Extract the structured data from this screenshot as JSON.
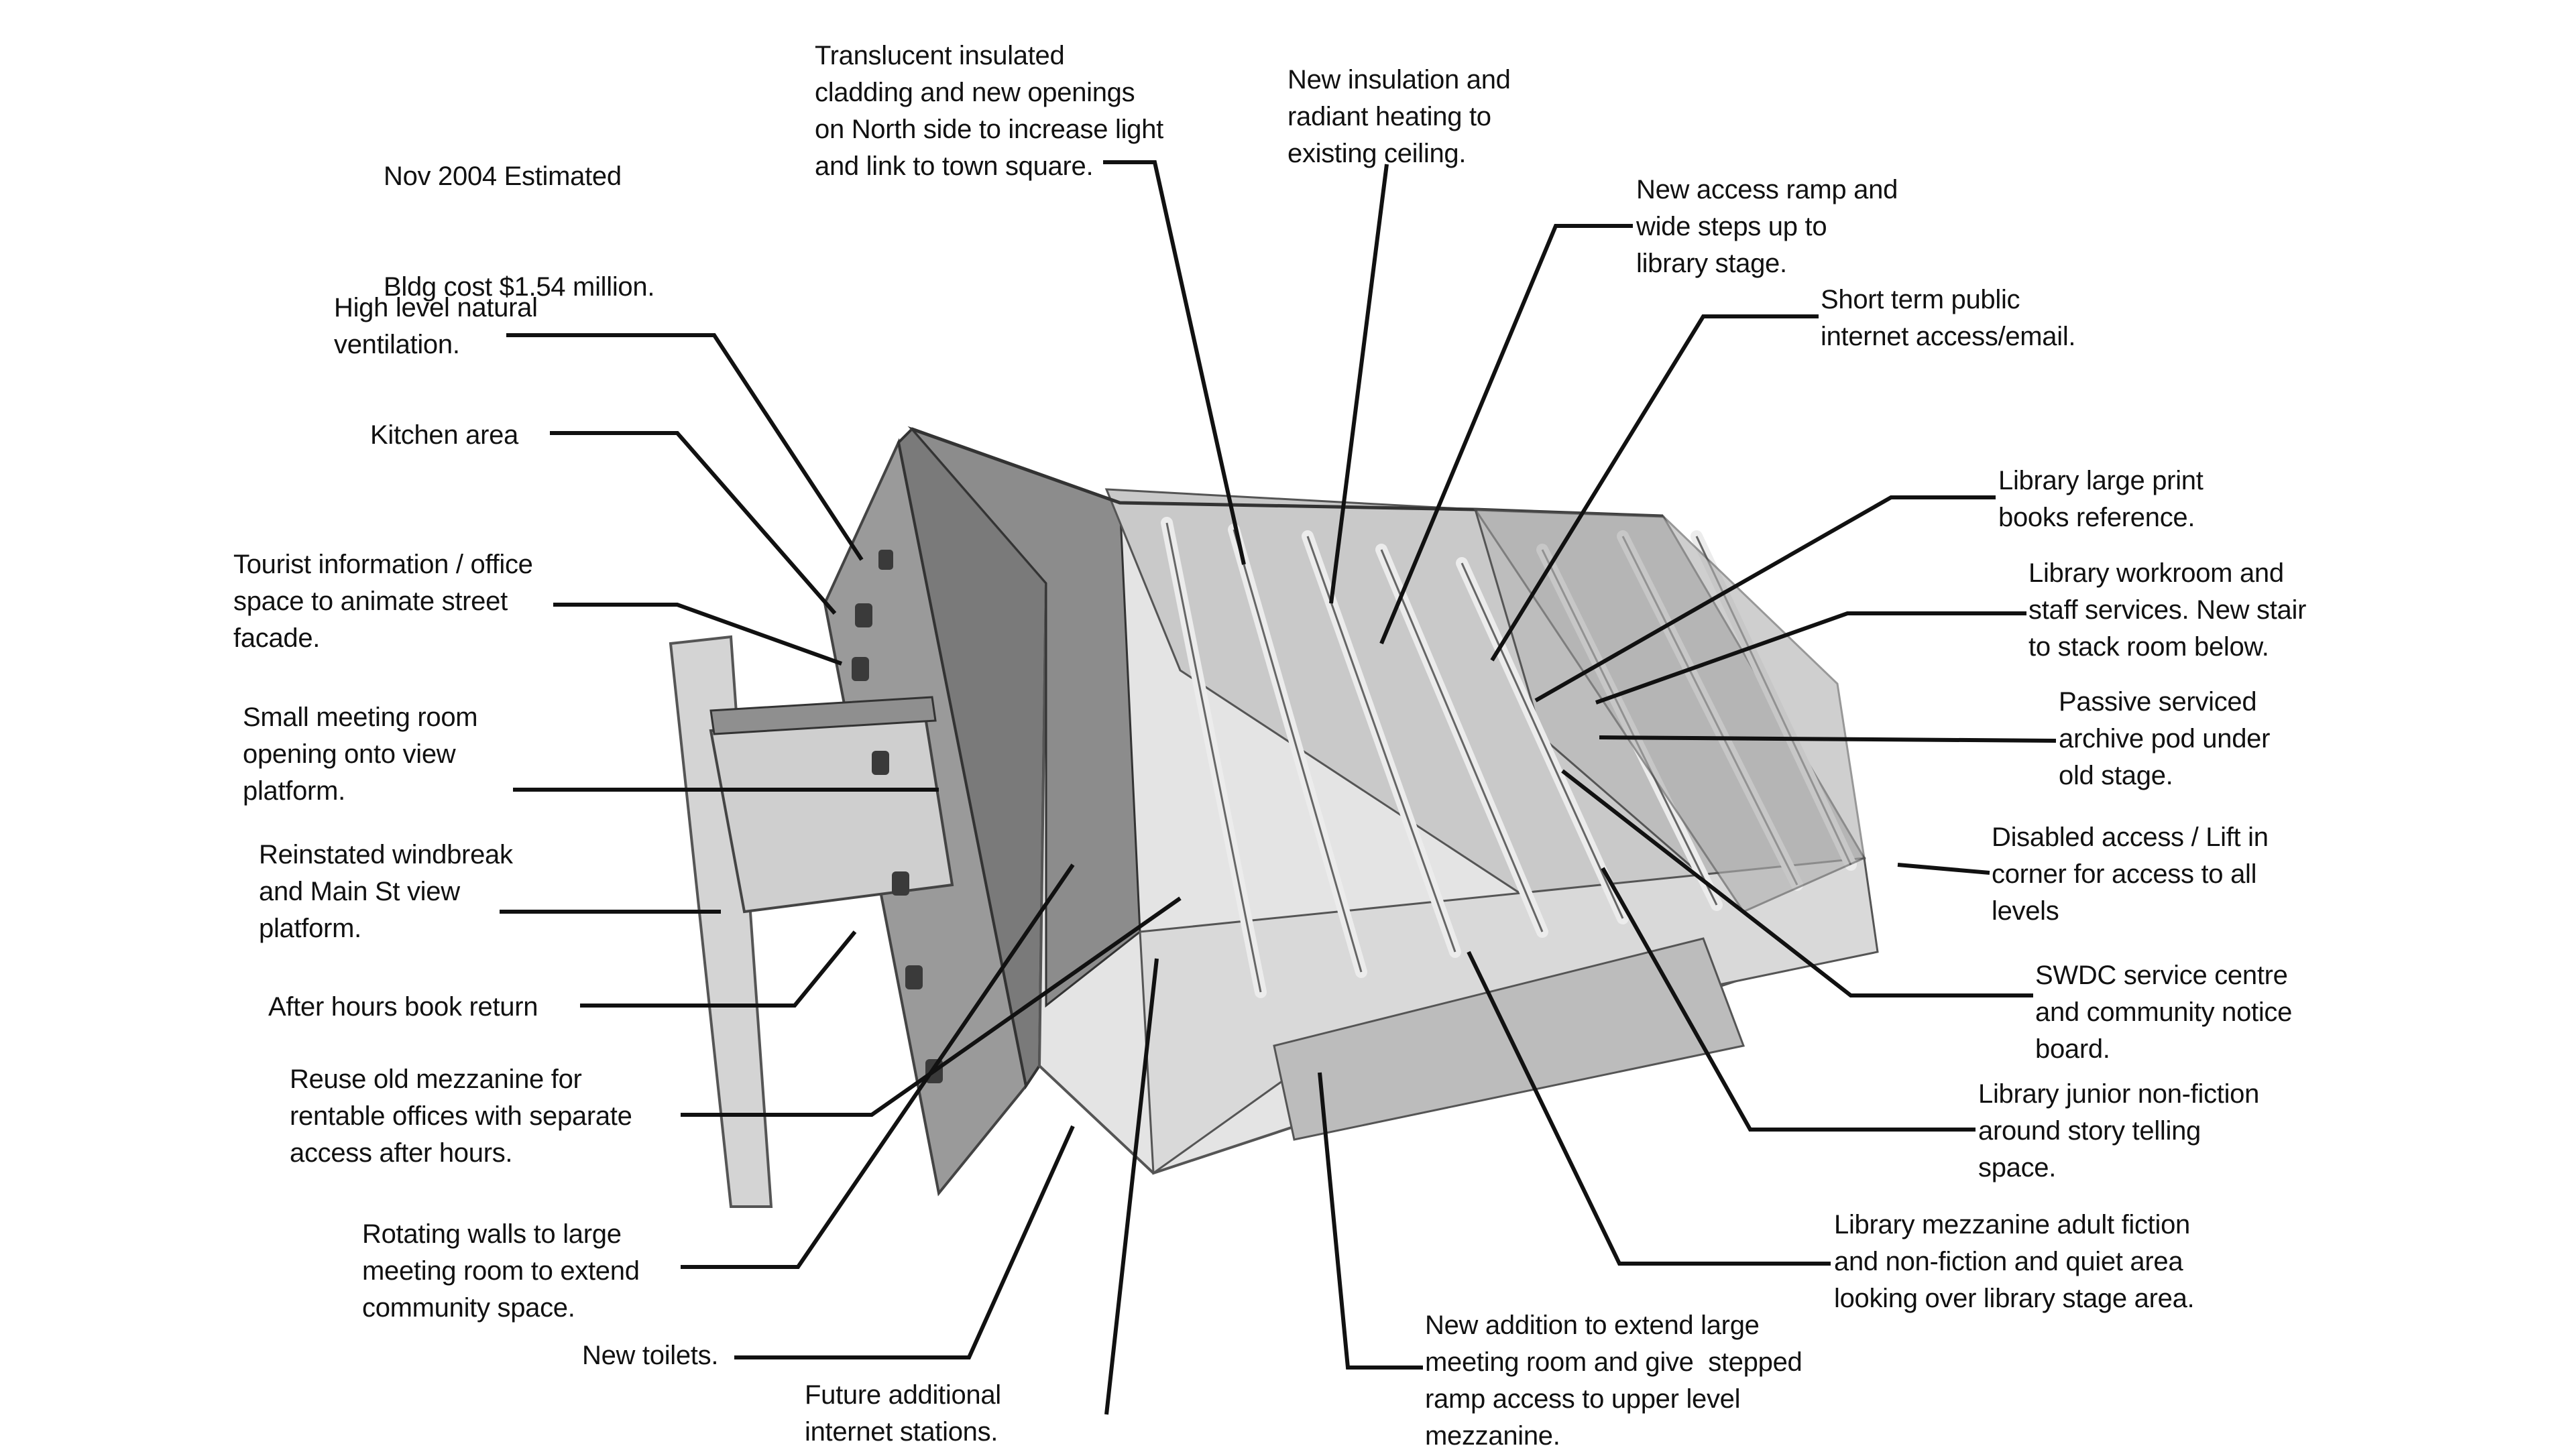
{
  "colors": {
    "background": "#ffffff",
    "text": "#111111",
    "leader": "#111111",
    "model_light": "#e6e6e6",
    "model_mid": "#bdbdbd",
    "model_dark": "#6b6b6b"
  },
  "cost_note": {
    "lines": [
      "Nov 2004 Estimated",
      "Bldg cost $1.54 million."
    ]
  },
  "callouts": [
    {
      "id": "translucent-cladding",
      "lines": [
        "Translucent insulated",
        "cladding and new openings",
        "on North side to increase light",
        "and link to town square."
      ]
    },
    {
      "id": "insulation-heating",
      "lines": [
        "New insulation and",
        "radiant heating to",
        "existing ceiling."
      ]
    },
    {
      "id": "access-ramp",
      "lines": [
        "New access ramp and",
        "wide steps up to",
        "library stage."
      ]
    },
    {
      "id": "internet-access",
      "lines": [
        "Short term public",
        "internet access/email."
      ]
    },
    {
      "id": "large-print",
      "lines": [
        "Library large print",
        "books reference."
      ]
    },
    {
      "id": "workroom",
      "lines": [
        "Library workroom and",
        "staff services. New stair",
        "to stack room below."
      ]
    },
    {
      "id": "archive-pod",
      "lines": [
        "Passive serviced",
        "archive pod under",
        "old stage."
      ]
    },
    {
      "id": "disabled-access",
      "lines": [
        "Disabled access / Lift in",
        "corner for access to all",
        "levels"
      ]
    },
    {
      "id": "swdc-centre",
      "lines": [
        "SWDC service centre",
        "and community notice",
        "board."
      ]
    },
    {
      "id": "junior-nonfiction",
      "lines": [
        "Library junior non-fiction",
        "around story telling",
        "space."
      ]
    },
    {
      "id": "mezzanine-fiction",
      "lines": [
        "Library mezzanine adult fiction",
        "and non-fiction and quiet area",
        "looking over library stage area."
      ]
    },
    {
      "id": "new-addition",
      "lines": [
        "New addition to extend large",
        "meeting room and give  stepped",
        "ramp access to upper level",
        "mezzanine."
      ]
    },
    {
      "id": "internet-stations",
      "lines": [
        "Future additional",
        "internet stations."
      ]
    },
    {
      "id": "new-toilets",
      "lines": [
        "New toilets."
      ]
    },
    {
      "id": "rotating-walls",
      "lines": [
        "Rotating walls to large",
        "meeting room to extend",
        "community space."
      ]
    },
    {
      "id": "reuse-mezzanine",
      "lines": [
        "Reuse old mezzanine for",
        "rentable offices with separate",
        "access after hours."
      ]
    },
    {
      "id": "book-return",
      "lines": [
        "After hours book return"
      ]
    },
    {
      "id": "windbreak",
      "lines": [
        "Reinstated windbreak",
        "and Main St view",
        "platform."
      ]
    },
    {
      "id": "small-meeting",
      "lines": [
        "Small meeting room",
        "opening onto view",
        "platform."
      ]
    },
    {
      "id": "tourist-info",
      "lines": [
        "Tourist information / office",
        "space to animate street",
        "facade."
      ]
    },
    {
      "id": "kitchen",
      "lines": [
        "Kitchen area"
      ]
    },
    {
      "id": "ventilation",
      "lines": [
        "High level natural",
        "ventilation."
      ]
    }
  ]
}
